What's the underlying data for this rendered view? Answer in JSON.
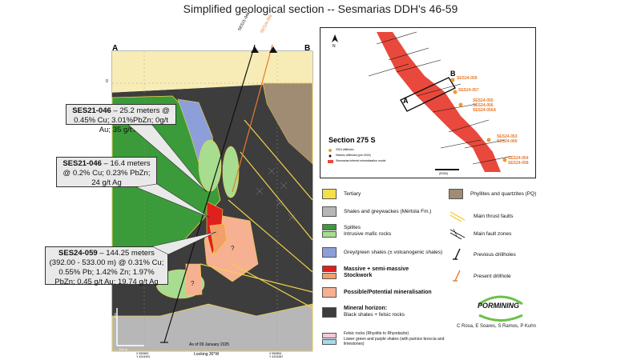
{
  "title": "Simplified geological section -- Sesmarias DDH's 46-59",
  "section": {
    "end_left": "A",
    "end_right": "B",
    "depth_label": "0",
    "elev_label_100": "100",
    "scale_label": "100 m",
    "date_label": "As of 09 January 2025",
    "looking_label": "Looking 30°W",
    "coord_left": "X 550563\nY 4204391",
    "coord_right": "X 550854\nY 4204387",
    "hole1_label": "SES21-046",
    "hole2_label": "SES24-059",
    "question_marks": [
      "?",
      "?"
    ]
  },
  "callouts": [
    {
      "hole": "SES21-046",
      "text": " – 25.2 meters @ 0.45% Cu; 3.01%PbZn; 0g/t Au; 35 g/t Ag"
    },
    {
      "hole": "SES21-046",
      "text": " – 16.4 meters @ 0.2% Cu; 0.23% PbZn; 24 g/t Ag"
    },
    {
      "hole": "SES24-059",
      "text": " – 144.25 meters (392.00 - 533.00 m) @ 0.31% Cu; 0.55% Pb; 1.42% Zn; 1.97% PbZn; 0.45 g/t Au; 19.74 g/t Ag"
    }
  ],
  "inset_map": {
    "title": "Section 275 S",
    "section_a": "A",
    "section_b": "B",
    "north": "N",
    "legend": [
      "2024 drillholes",
      "Historic drillholes (pre-2024)",
      "Sesmarias inferred mineralisation model"
    ],
    "scale_unit": "(ED50)",
    "holes": [
      "SES24-059",
      "SES24-057",
      "SES24-055\nSES24-056\nSES24-056A",
      "SES24-053\nSES24-060",
      "SES24-054\nSES24-058"
    ],
    "colors": {
      "mineralisation": "#e8493c",
      "drillhole": "#f29a2e"
    }
  },
  "legend": {
    "left": [
      {
        "label": "Tertiary",
        "color": "#f5e04a"
      },
      {
        "label": "Shales and greywackes (Mértola Fm.)",
        "color": "#b7b7b7"
      },
      {
        "label": "Spilites",
        "label2": "Intrusive mafic rocks",
        "color": "#3b9b3a",
        "color2": "#a8dc8f"
      },
      {
        "label": "Grey/green shales (± volcanogenic shales)",
        "color": "#8d9fd8"
      },
      {
        "label": "Massive + semi-massive",
        "label2": "Stockwork",
        "color": "#e0201c",
        "color2": "#f29f6a"
      },
      {
        "label": "Possible/Potential mineralisation",
        "color": "#f6b092"
      },
      {
        "label": "Mineral horizon:",
        "label2": "Black shales + felsic rocks",
        "color": "#3d3d3d"
      },
      {
        "label": "Felsic rocks (Rhyolite to Rhyodacite)",
        "label2": "Lower green and purple shales (with pumice breccia and limestones)",
        "color": "#f4c8d8",
        "color2": "#a9d8ef"
      }
    ],
    "right": [
      {
        "label": "Phyllites and quartzites (PQ)",
        "color": "#a08c73"
      },
      {
        "label": "Main thrust faults"
      },
      {
        "label": "Main fault zones"
      },
      {
        "label": "Previous drillholes"
      },
      {
        "label": "Present drillhole"
      }
    ]
  },
  "logo": {
    "text": "PORMINING"
  },
  "authors": "C Rosa, E Soares, S Ramos, P Kuhn"
}
